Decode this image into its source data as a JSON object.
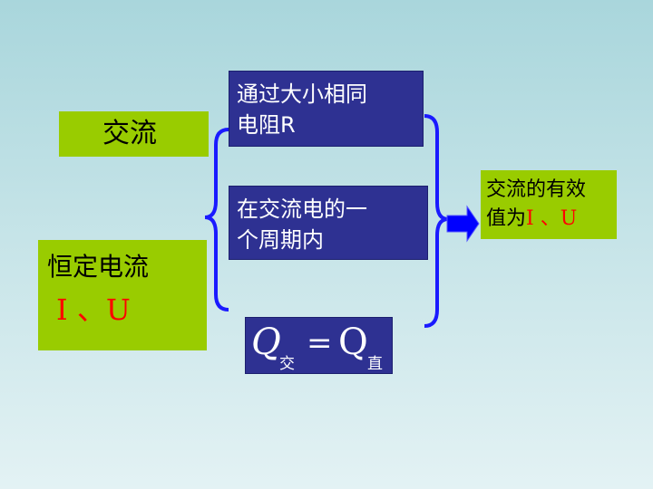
{
  "ac_label": "交流",
  "dc": {
    "title": "恒定电流",
    "symbols": "I 、U"
  },
  "conditions": [
    {
      "line1": "通过大小相同",
      "line2": "电阻R"
    },
    {
      "line1": "在交流电的一",
      "line2": "个周期内"
    }
  ],
  "formula": {
    "q_left": "Q",
    "sub_left": "交",
    "equals": "=",
    "q_right": "Q",
    "sub_right": "直"
  },
  "result": {
    "line1": "交流的有效",
    "line2_prefix": "值为",
    "symbols": "I 、U"
  },
  "colors": {
    "green": "#99cc00",
    "navy": "#2e3192",
    "brace": "#1a1aff",
    "red": "#ff0000"
  }
}
